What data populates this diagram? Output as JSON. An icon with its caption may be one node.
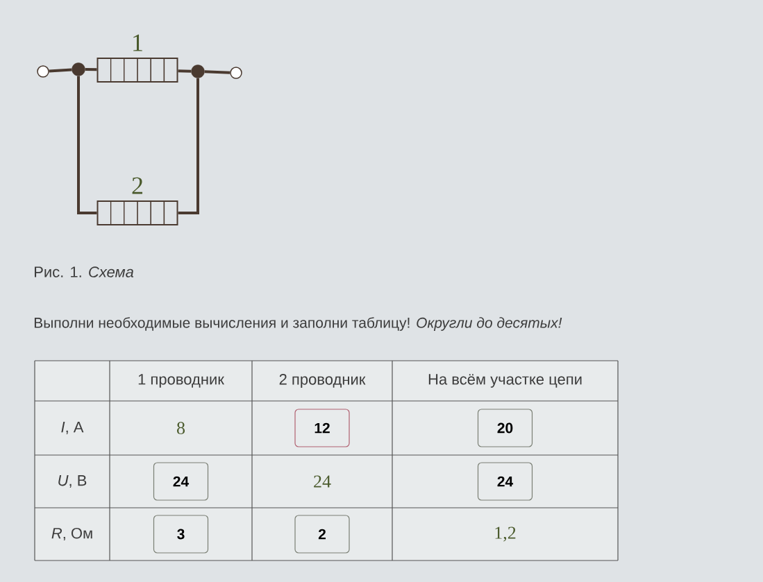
{
  "diagram": {
    "caption": "Рис. 1. *Схема*",
    "nodes": [
      {
        "text": [],
        "shape": "circle"
      },
      {
        "text": [],
        "shape": "circle"
      },
      {
        "text": [
          "1"
        ]
      },
      {
        "text": [],
        "shape": "circle"
      },
      {
        "text": [],
        "shape": "circle"
      },
      {
        "text": [
          "2"
        ]
      }
    ],
    "edges": [
      {
        "from": 0,
        "to": 1,
        "arrow": "none"
      },
      {
        "from": 1,
        "to": 2,
        "arrow": "none"
      },
      {
        "from": 2,
        "to": 3,
        "arrow": "none"
      },
      {
        "from": 3,
        "to": 4,
        "arrow": "none"
      },
      {
        "from": 1,
        "to": 5,
        "arrow": "none"
      },
      {
        "from": 5,
        "to": 3,
        "arrow": "none"
      }
    ],
    "labels": [
      "Выполни необходимые вычисления и заполни таблицу! *Округли до десятых!*",
      "1 проводник",
      "2 проводник",
      "На всём участке цепи",
      "*I*, А",
      "8",
      "12",
      "20",
      "*U*, В",
      "24",
      "24",
      "24",
      "*R*, Ом",
      "3",
      "2",
      "1,2"
    ]
  }
}
